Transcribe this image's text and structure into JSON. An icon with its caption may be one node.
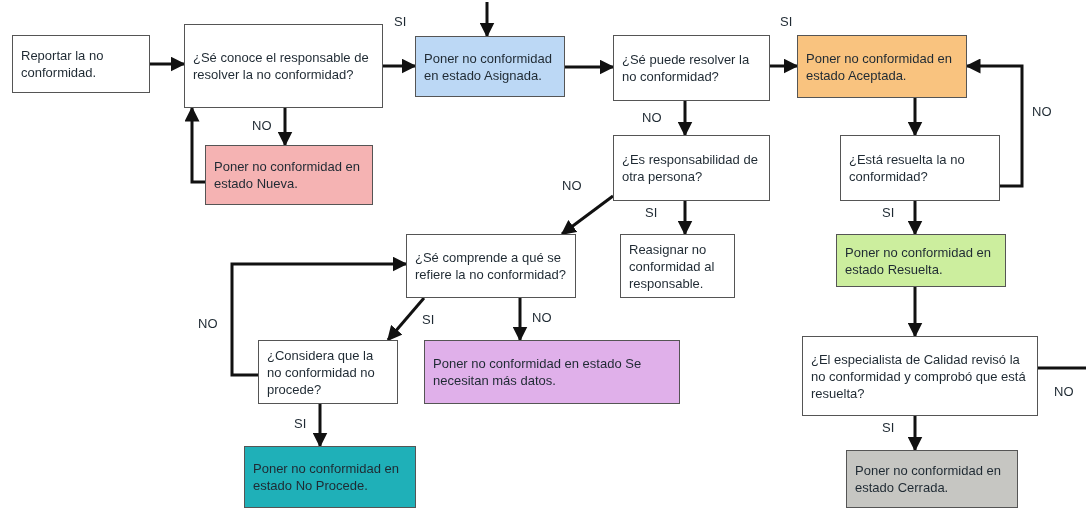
{
  "diagram": {
    "nodes": [
      {
        "text": [
          "Reportar la no conformidad."
        ]
      },
      {
        "text": [
          "¿Sé conoce el responsable de resolver la no conformidad?"
        ]
      },
      {
        "text": [
          "Poner no conformidad en estado Asignada."
        ]
      },
      {
        "text": [
          "¿Sé puede resolver la no conformidad?"
        ]
      },
      {
        "text": [
          "Poner no conformidad en estado Aceptada."
        ]
      },
      {
        "text": [
          "Poner no conformidad en estado Nueva."
        ]
      },
      {
        "text": [
          "¿Es responsabilidad de otra persona?"
        ]
      },
      {
        "text": [
          "¿Está resuelta la no conformidad?"
        ]
      },
      {
        "text": [
          "¿Sé comprende a qué se refiere la no conformidad?"
        ]
      },
      {
        "text": [
          "Reasignar no conformidad al responsable."
        ]
      },
      {
        "text": [
          "Poner no conformidad en estado Resuelta."
        ]
      },
      {
        "text": [
          "¿Considera que la no conformidad no procede?"
        ]
      },
      {
        "text": [
          "Poner no conformidad en estado Se necesitan más datos."
        ]
      },
      {
        "text": [
          "¿El especialista de Calidad revisó la no conformidad y comprobó que está resuelta?"
        ]
      },
      {
        "text": [
          "Poner no conformidad en estado No Procede."
        ]
      },
      {
        "text": [
          "Poner no conformidad en estado Cerrada."
        ]
      }
    ],
    "edges": [
      {
        "from": null,
        "to": 2,
        "arrow": "to"
      },
      {
        "from": 0,
        "to": 1,
        "arrow": "to"
      },
      {
        "from": 1,
        "to": 2,
        "arrow": "to",
        "label": "SI"
      },
      {
        "from": 1,
        "to": 5,
        "arrow": "to",
        "label": "NO"
      },
      {
        "from": 5,
        "to": 1,
        "arrow": "to"
      },
      {
        "from": 2,
        "to": 3,
        "arrow": "to"
      },
      {
        "from": 3,
        "to": 4,
        "arrow": "to",
        "label": "SI"
      },
      {
        "from": 3,
        "to": 6,
        "arrow": "to",
        "label": "NO"
      },
      {
        "from": 6,
        "to": 8,
        "arrow": "to",
        "label": "NO"
      },
      {
        "from": 6,
        "to": 9,
        "arrow": "to",
        "label": "SI"
      },
      {
        "from": 4,
        "to": 7,
        "arrow": "to"
      },
      {
        "from": 7,
        "to": 4,
        "arrow": "to",
        "label": "NO"
      },
      {
        "from": 8,
        "to": 11,
        "arrow": "to",
        "label": "SI"
      },
      {
        "from": 8,
        "to": 12,
        "arrow": "to",
        "label": "NO"
      },
      {
        "from": 11,
        "to": 8,
        "arrow": "to",
        "label": "NO"
      },
      {
        "from": 11,
        "to": 14,
        "arrow": "to",
        "label": "SI"
      },
      {
        "from": 7,
        "to": 10,
        "arrow": "to",
        "label": "SI"
      },
      {
        "from": 10,
        "to": 13,
        "arrow": "to"
      },
      {
        "from": 13,
        "to": 15,
        "arrow": "to",
        "label": "SI"
      },
      {
        "from": 13,
        "to": null,
        "arrow": "none",
        "label": "NO"
      }
    ]
  }
}
